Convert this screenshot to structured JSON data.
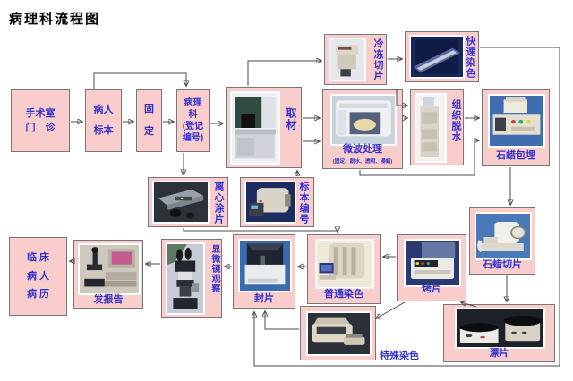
{
  "title": "病理科流程图",
  "colors": {
    "box_fill": "#FACDCD",
    "box_border": "#777777",
    "label_blue": "#3333CC",
    "line_gray": "#4A4A4A",
    "title_black": "#000000"
  },
  "nodes": {
    "or_clinic": {
      "label": "手术室\n门　诊"
    },
    "specimen": {
      "label": "病人\n标本"
    },
    "fixation": {
      "label": "固\n定"
    },
    "registration": {
      "label": "病理\n科\n(登记\n编号)"
    },
    "grossing": {
      "label": "取材",
      "image": "grossing-workstation-photo"
    },
    "frozen_section": {
      "label": "冷冻切片",
      "image": "cryostat-photo"
    },
    "rapid_stain": {
      "label": "快速染色",
      "image": "rapid-stainer-photo"
    },
    "microwave": {
      "label": "微波处理",
      "sublabel": "(固定、脱水、透明、浸蜡)",
      "image": "microwave-processor-photo"
    },
    "dehydration": {
      "label": "组织脱水",
      "image": "tissue-processor-photo"
    },
    "embedding": {
      "label": "石蜡包埋",
      "image": "embedding-center-photo"
    },
    "sectioning": {
      "label": "石蜡切片",
      "image": "microtome-photo"
    },
    "cytospin": {
      "label": "离心涂片",
      "image": "cytocentrifuge-photo"
    },
    "numbering": {
      "label": "标本编号",
      "image": "cassette-printer-photo"
    },
    "microscopy": {
      "label": "显微镜观察",
      "image": "microscope-photo"
    },
    "coverslip": {
      "label": "封片",
      "image": "coverslipper-photo"
    },
    "routine_stain": {
      "label": "普通染色",
      "image": "autostainer-photo"
    },
    "baking": {
      "label": "烤片",
      "image": "slide-dryer-photo"
    },
    "special_stain": {
      "label": "特殊染色",
      "image": "special-stainer-photo"
    },
    "floating": {
      "label": "漂片",
      "image": "water-bath-photo"
    },
    "report": {
      "label": "发报告",
      "image": "report-workstation-photo"
    },
    "clinical_record": {
      "label": "临 床\n病 人\n病 历"
    }
  }
}
